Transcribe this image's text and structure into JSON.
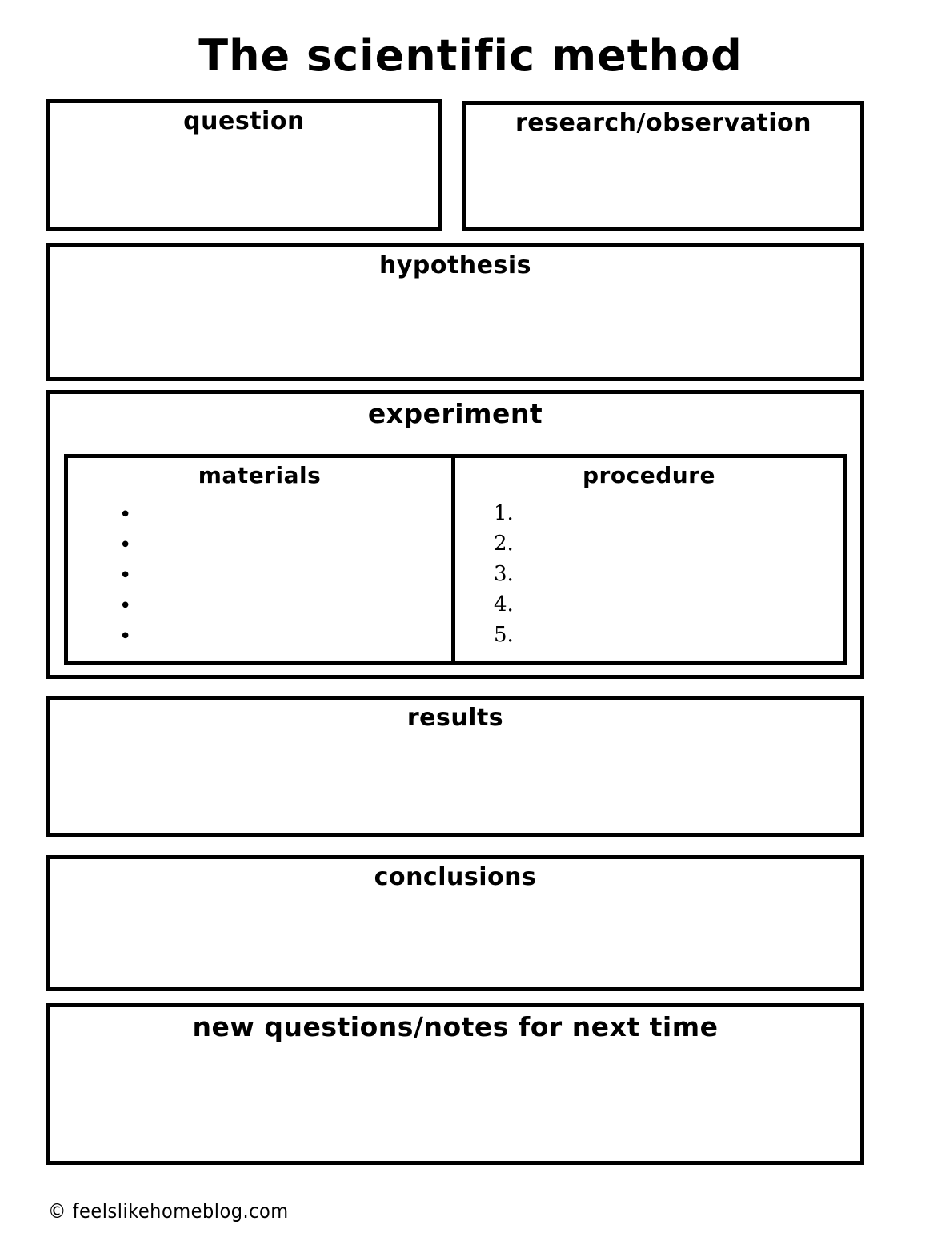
{
  "page": {
    "title": "The scientific method",
    "footer": "© feelslikehomeblog.com"
  },
  "sections": {
    "question": {
      "label": "question"
    },
    "research": {
      "label": "research/observation"
    },
    "hypothesis": {
      "label": "hypothesis"
    },
    "experiment": {
      "label": "experiment",
      "materials": {
        "label": "materials",
        "bullets": [
          "",
          "",
          "",
          "",
          ""
        ]
      },
      "procedure": {
        "label": "procedure",
        "items": [
          "1.",
          "2.",
          "3.",
          "4.",
          "5."
        ]
      }
    },
    "results": {
      "label": "results"
    },
    "conclusions": {
      "label": "conclusions"
    },
    "new_questions": {
      "label": "new questions/notes for next time"
    }
  },
  "style": {
    "ink": "#000000",
    "paper": "#ffffff"
  }
}
